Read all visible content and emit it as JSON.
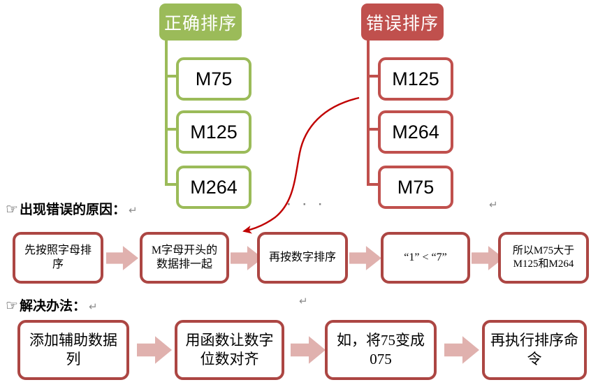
{
  "colors": {
    "tree_green": "#9bbb59",
    "tree_red": "#c0504d",
    "flow_border": "#ac4643",
    "arrow_fill": "#e0b1ae",
    "curve_arrow": "#c00000",
    "mark_gray": "#8a8a8a"
  },
  "marks": {
    "pointer": "☞",
    "pilcrow": "↵",
    "ellipsis": "· · ·"
  },
  "tree_correct": {
    "title": "正确排序",
    "items": [
      "M75",
      "M125",
      "M264"
    ]
  },
  "tree_wrong": {
    "title": "错误排序",
    "items": [
      "M125",
      "M264",
      "M75"
    ]
  },
  "reason_section": {
    "label": "出现错误的原因：",
    "steps": [
      "先按照字母排序",
      "M字母开头的数据排一起",
      "再按数字排序",
      "“1” < “7”",
      "所以M75大于M125和M264"
    ]
  },
  "solution_section": {
    "label": "解决办法：",
    "steps": [
      "添加辅助数据列",
      "用函数让数字位数对齐",
      "如，将75变成075",
      "再执行排序命令"
    ]
  }
}
